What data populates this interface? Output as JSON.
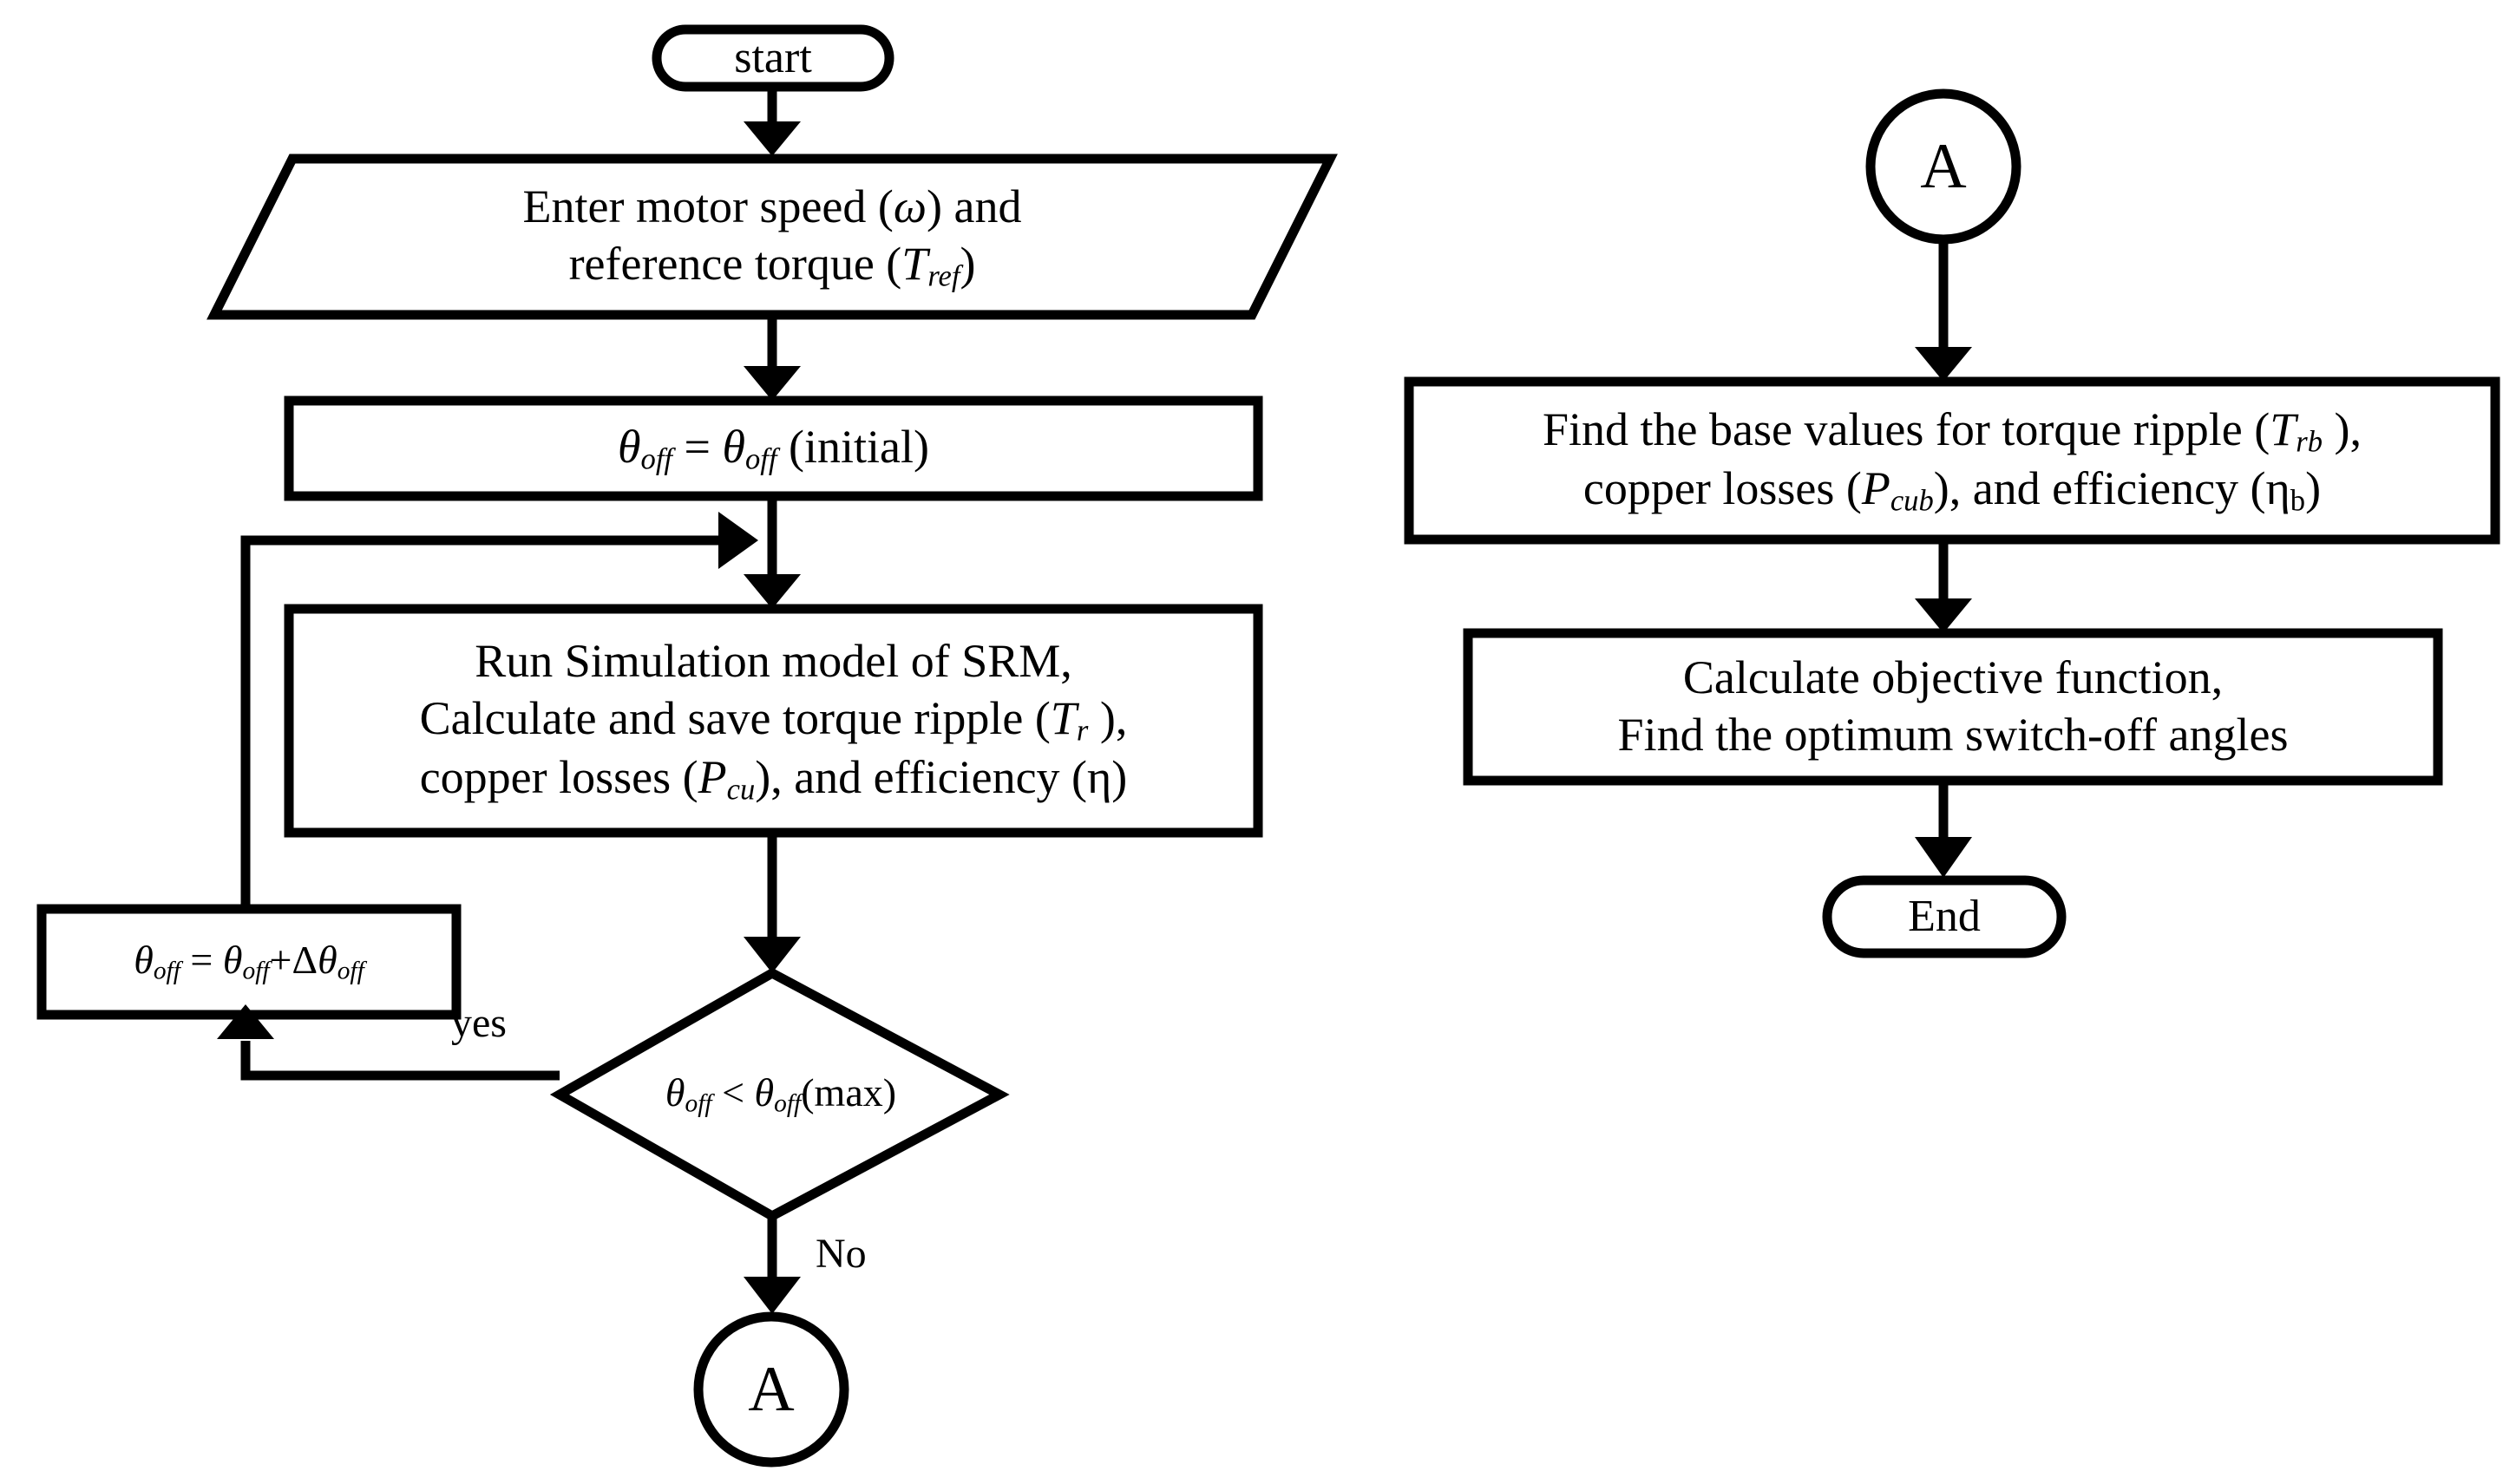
{
  "diagram": {
    "title": "SRM switch-off angle optimization flowchart",
    "stroke_color": "#000000",
    "fill_color": "#ffffff",
    "stroke_width": 9
  },
  "left_column": {
    "start": {
      "label": "start",
      "shape": "terminal"
    },
    "input": {
      "shape": "parallelogram",
      "line1_pre": "Enter motor speed (",
      "line1_sym": "ω",
      "line1_post": ") and",
      "line2_pre": "reference torque (",
      "line2_sym": "T",
      "line2_sub": "ref",
      "line2_post": ")"
    },
    "init": {
      "shape": "process",
      "sym1": "θ",
      "sub1": "off",
      "op": " = ",
      "sym2": "θ",
      "sub2": "off",
      "tail": " (initial)"
    },
    "simulate": {
      "shape": "process",
      "line1": "Run Simulation model of SRM,",
      "line2_pre": "Calculate and save torque ripple (",
      "line2_sym": "T",
      "line2_sub": "r",
      "line2_post": " ),",
      "line3_pre": "copper losses (",
      "line3_sym": "P",
      "line3_sub": "cu",
      "line3_mid": "), and efficiency (",
      "line3_sym2": "η",
      "line3_post": ")"
    },
    "increment": {
      "shape": "process",
      "sym1": "θ",
      "sub1": "off",
      "op": " = ",
      "sym2": "θ",
      "sub2": "off",
      "plus": "+Δ",
      "sym3": "θ",
      "sub3": "off"
    },
    "decision": {
      "shape": "diamond",
      "sym1": "θ",
      "sub1": "off",
      "op": " < ",
      "sym2": "θ",
      "sub2": "off",
      "tail": "(max)"
    },
    "connector_a": {
      "label": "A",
      "shape": "circle"
    },
    "edge_labels": {
      "yes": "yes",
      "no": "No"
    }
  },
  "right_column": {
    "connector_a": {
      "label": "A",
      "shape": "circle"
    },
    "base_values": {
      "shape": "process",
      "line1_pre": "Find the base values for torque ripple (",
      "line1_sym": "T",
      "line1_sub": "rb",
      "line1_post": " ),",
      "line2_pre": "copper losses (",
      "line2_sym": "P",
      "line2_sub": "cub",
      "line2_mid": "), and efficiency (",
      "line2_sym2": "η",
      "line2_sub2": "b",
      "line2_post": ")"
    },
    "objective": {
      "shape": "process",
      "line1": "Calculate objective function,",
      "line2": "Find the optimum switch-off angles"
    },
    "end": {
      "label": "End",
      "shape": "terminal"
    }
  }
}
